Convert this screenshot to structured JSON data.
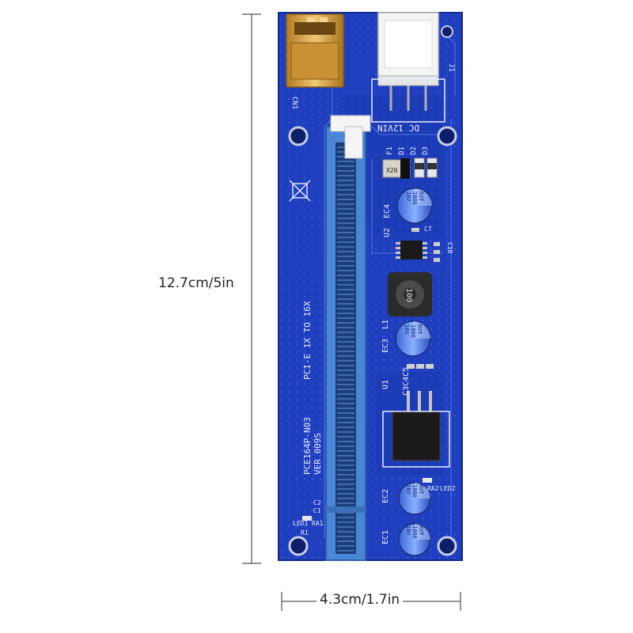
{
  "dimensions": {
    "height_label": "12.7cm/5in",
    "width_label": "4.3cm/1.7in"
  },
  "board": {
    "model": "PCE164P-N03",
    "version": "VER 009S",
    "slot_text": "PCI-E 1X TO 16X",
    "power_label": "DC 12VIN",
    "usb_label": "CN1",
    "connector_label": "J1",
    "components": {
      "fuse": "F1",
      "d1": "D1",
      "d2": "D2",
      "d3": "D3",
      "u2": "U2",
      "ec4": "EC4",
      "c7": "C7",
      "c10": "C10",
      "l1": "L1",
      "ec3": "EC3",
      "u1": "U1",
      "c3c4c5": "C3C4C5",
      "ec2": "EC2",
      "ec1": "EC1",
      "led1": "LED1",
      "led2": "LED2",
      "r1": "R1",
      "ra1": "RA1",
      "ra2": "RA2",
      "c1": "C1",
      "c2": "C2",
      "chip_x20": "X20",
      "inductor": "100"
    },
    "cap_marking": {
      "line1": "1000",
      "line2": "16V",
      "line3": "RVT"
    }
  },
  "colors": {
    "pcb": "#1f3fbf",
    "pcb_dark": "#16309a",
    "silkscreen": "#e8ecff",
    "slot": "#4a86d6",
    "usb_gold": "#d9a441",
    "molex": "#f2f2f2"
  }
}
